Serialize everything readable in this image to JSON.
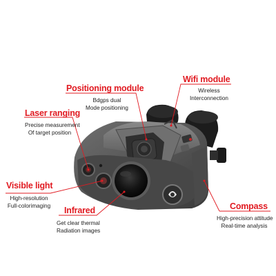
{
  "accent_color": "#e11b22",
  "features": [
    {
      "id": "positioning",
      "title": "Positioning module",
      "lines": [
        "Bdgps dual",
        "Mode positioning"
      ]
    },
    {
      "id": "wifi",
      "title": "Wifi module",
      "lines": [
        "Wireless",
        "Interconnection"
      ]
    },
    {
      "id": "laser",
      "title": "Laser ranging",
      "lines": [
        "Precise measurement",
        "Of target position"
      ]
    },
    {
      "id": "visible",
      "title": "Visible light",
      "lines": [
        "High-resolution",
        "Full-colorimaging"
      ]
    },
    {
      "id": "infrared",
      "title": "Infrared",
      "lines": [
        "Get clear thermal",
        "Radiation images"
      ]
    },
    {
      "id": "compass",
      "title": "Compass",
      "lines": [
        "High-precision attitude",
        "Real-time analysis"
      ]
    }
  ]
}
